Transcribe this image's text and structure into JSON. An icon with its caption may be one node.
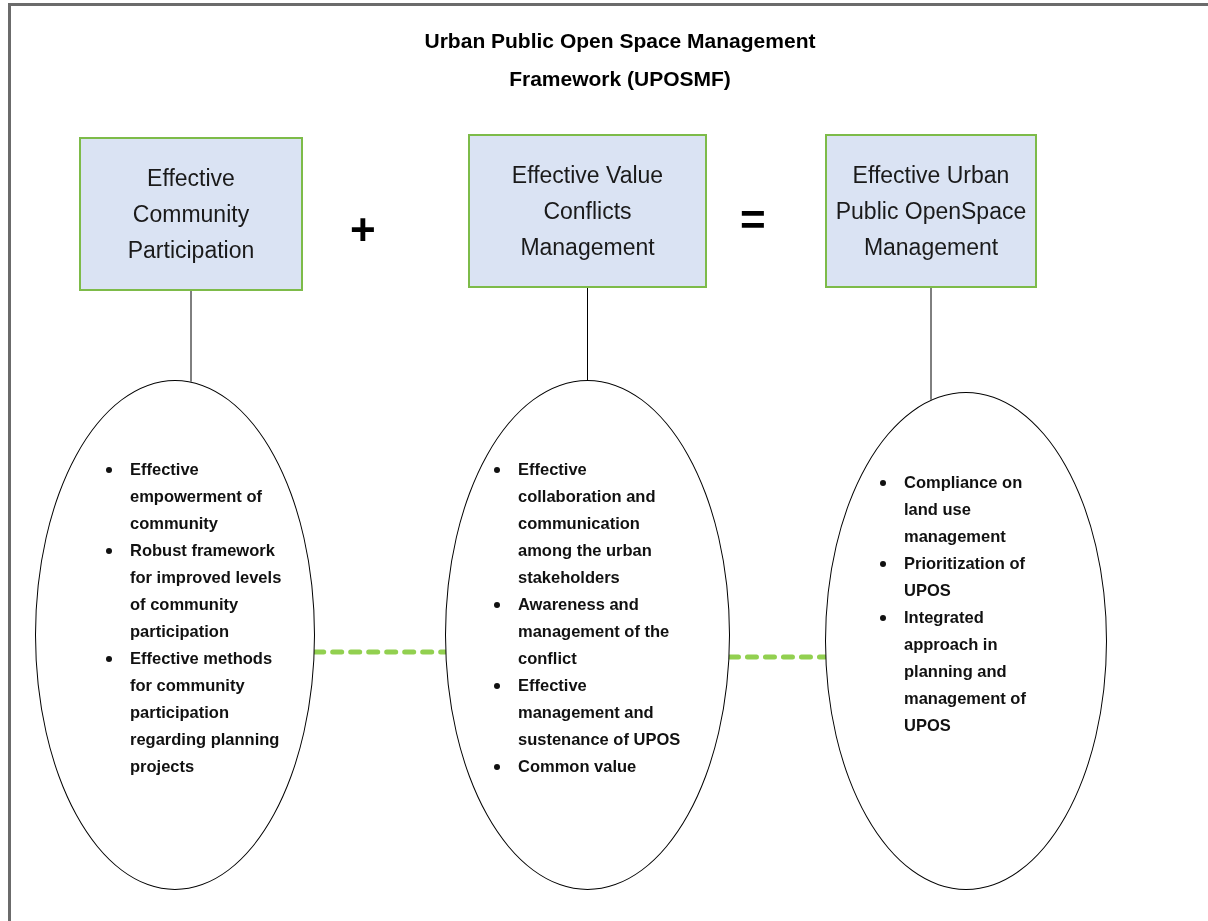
{
  "diagram": {
    "title": "Urban Public Open Space Management Framework (UPOSMF)",
    "nodes": [
      {
        "text": [
          "Effective Community Participation"
        ]
      },
      {
        "text": [
          "Effective Value Conflicts Management"
        ]
      },
      {
        "text": [
          "Effective Urban Public OpenSpace Management"
        ]
      },
      {
        "text": [
          "Effective empowerment of community",
          "Robust framework for improved levels of community participation",
          "Effective methods for community participation regarding planning projects"
        ]
      },
      {
        "text": [
          "Effective collaboration and communication among the urban stakeholders",
          "Awareness and management of the conflict",
          "Effective management and sustenance of UPOS",
          "Common value"
        ]
      },
      {
        "text": [
          "Compliance on land use management",
          "Prioritization of UPOS",
          "Integrated approach in planning and management of UPOS"
        ]
      }
    ],
    "edges": [
      {
        "from": 0,
        "to": 3,
        "arrow": "none"
      },
      {
        "from": 1,
        "to": 4,
        "arrow": "none"
      },
      {
        "from": 2,
        "to": 5,
        "arrow": "none"
      },
      {
        "from": 3,
        "to": 4,
        "arrow": "none",
        "style": "dashed",
        "color": "#92d050"
      },
      {
        "from": 4,
        "to": 5,
        "arrow": "none",
        "style": "dashed",
        "color": "#92d050"
      }
    ],
    "labels": [
      "+",
      "="
    ]
  }
}
